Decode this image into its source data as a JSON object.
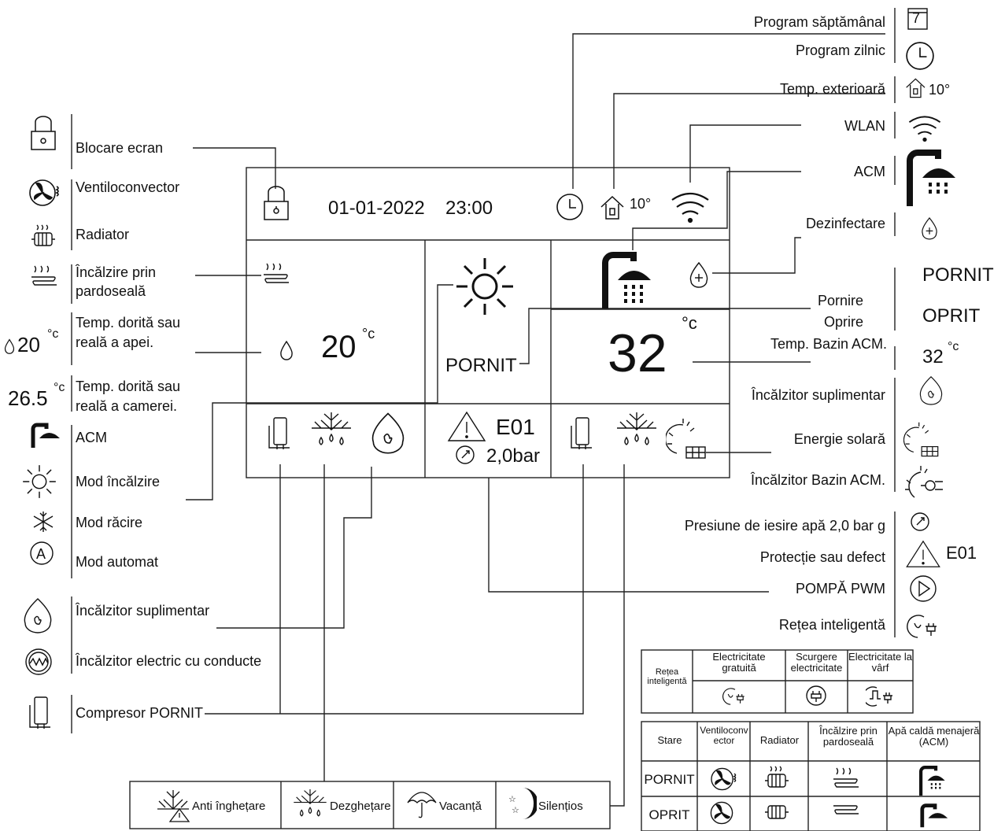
{
  "panel": {
    "date": "01-01-2022",
    "time": "23:00",
    "outdoor_temp": "10°",
    "water_temp": "20",
    "unit_c": "°c",
    "status_on": "PORNIT",
    "error_code": "E01",
    "pressure": "2,0bar",
    "tank_temp": "32",
    "tank_unit": "°c"
  },
  "left_labels": {
    "lock": "Blocare ecran",
    "fancoil": "Ventiloconvector",
    "radiator": "Radiator",
    "floor_1": "Încălzire prin",
    "floor_2": "pardoseală",
    "water_1": "Temp. dorită sau",
    "water_2": "reală a apei.",
    "water_sample": "20",
    "room_1": "Temp. dorită sau",
    "room_2": "reală a camerei.",
    "room_sample": "26.5",
    "unit_c": "°c",
    "acm": "ACM",
    "heat": "Mod încălzire",
    "cool": "Mod răcire",
    "auto": "Mod automat",
    "aux_heater": "Încălzitor suplimentar",
    "pipe_heater": "Încălzitor electric cu conducte",
    "compressor": "Compresor PORNIT"
  },
  "right_labels": {
    "weekly": "Program săptămânal",
    "weekly_icon": "7",
    "daily": "Program zilnic",
    "outdoor": "Temp. exterioară",
    "outdoor_sample": "10°",
    "wlan": "WLAN",
    "acm": "ACM",
    "disinfect": "Dezinfectare",
    "on_word": "PORNIT",
    "off_word": "OPRIT",
    "start": "Pornire",
    "stop": "Oprire",
    "tank_temp": "Temp. Bazin ACM.",
    "tank_sample": "32",
    "unit_c": "°c",
    "aux_heater": "Încălzitor suplimentar",
    "solar": "Energie solară",
    "tank_heater": "Încălzitor Bazin ACM.",
    "pressure": "Presiune de iesire apă 2,0 bar g",
    "fault": "Protecție sau defect",
    "fault_code": "E01",
    "pump": "POMPĂ PWM",
    "smart_grid": "Rețea inteligentă"
  },
  "bottom_modes": [
    "Anti înghețare",
    "Dezghețare",
    "Vacanță",
    "Silențios"
  ],
  "grid_table": {
    "row_header": "Rețea inteligentă",
    "columns": [
      "Electricitate gratuită",
      "Scurgere electricitate",
      "Electricitate la vârf"
    ]
  },
  "state_table": {
    "headers": [
      "Stare",
      "Ventiloconvector",
      "Radiator",
      "Încălzire prin pardoseală",
      "Apă caldă menajeră (ACM)"
    ],
    "rows": [
      "PORNIT",
      "OPRIT"
    ]
  }
}
